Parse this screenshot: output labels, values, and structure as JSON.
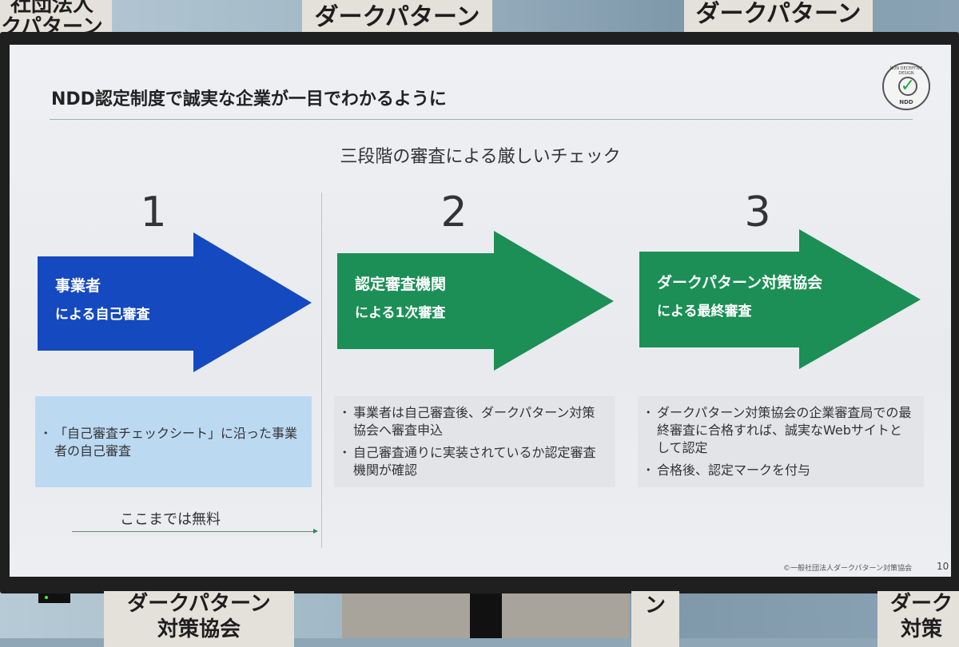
{
  "backdrop": {
    "banners_top": [
      "社団法人\nクパターン",
      "ダークパターン",
      "ダークパターン"
    ],
    "banners_bottom": [
      "ダークパターン\n対策協会",
      "ン",
      "ダーク\n対策"
    ]
  },
  "slide": {
    "title": "NDD認定制度で誠実な企業が一目でわかるように",
    "logo": {
      "ring_text": "NON DECEPTIVE DESIGN",
      "label": "NDD",
      "icon": "check-icon",
      "check_color": "#1faa3a"
    },
    "subtitle": "三段階の審査による厳しいチェック",
    "steps": [
      {
        "number": "1",
        "line1": "事業者",
        "line2": "による自己審査",
        "color": "#1549c0",
        "notes": [
          "「自己審査チェックシート」に沿った事業者の自己審査"
        ],
        "note_bg": "#bcd9f2"
      },
      {
        "number": "2",
        "line1": "認定審査機関",
        "line2": "による1次審査",
        "color": "#1b8f55",
        "notes": [
          "事業者は自己審査後、ダークパターン対策協会へ審査申込",
          "自己審査通りに実装されているか認定審査機関が確認"
        ],
        "note_bg": "#e2e4e8"
      },
      {
        "number": "3",
        "line1": "ダークパターン対策協会",
        "line2": "による最終審査",
        "color": "#1b8f55",
        "notes": [
          "ダークパターン対策協会の企業審査局での最終審査に合格すれば、誠実なWebサイトとして認定",
          "合格後、認定マークを付与"
        ],
        "note_bg": "#e2e4e8"
      }
    ],
    "free_label": "ここまでは無料",
    "copyright": "©一般社団法人ダークパターン対策協会",
    "page_number": "10"
  }
}
